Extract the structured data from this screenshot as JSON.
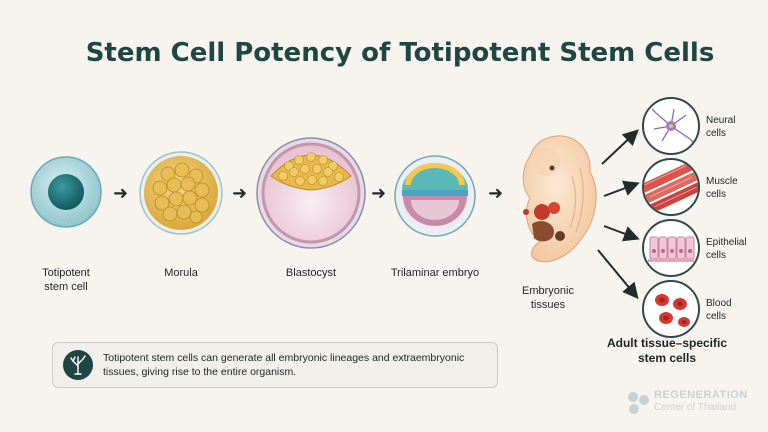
{
  "title": "Stem Cell Potency of Totipotent Stem Cells",
  "stages": [
    {
      "label": "Totipotent\nstem cell"
    },
    {
      "label": "Morula"
    },
    {
      "label": "Blastocyst"
    },
    {
      "label": "Trilaminar embryo"
    },
    {
      "label": "Embryonic\ntissues"
    }
  ],
  "outcomes": [
    {
      "label": "Neural\ncells",
      "icon": "neuron-icon"
    },
    {
      "label": "Muscle\ncells",
      "icon": "muscle-fiber-icon"
    },
    {
      "label": "Epithelial\ncells",
      "icon": "epithelium-icon"
    },
    {
      "label": "Blood\ncells",
      "icon": "red-blood-cell-icon"
    }
  ],
  "adult_label": "Adult tissue–specific\nstem cells",
  "info_text": "Totipotent stem cells can generate all embryonic lineages and extraembryonic tissues, giving rise to the entire organism.",
  "watermark": {
    "line1": "REGENERATION",
    "line2": "Center of Thailand"
  },
  "colors": {
    "title": "#1f4642",
    "accent": "#1f4642",
    "background": "#f7f4ee"
  }
}
